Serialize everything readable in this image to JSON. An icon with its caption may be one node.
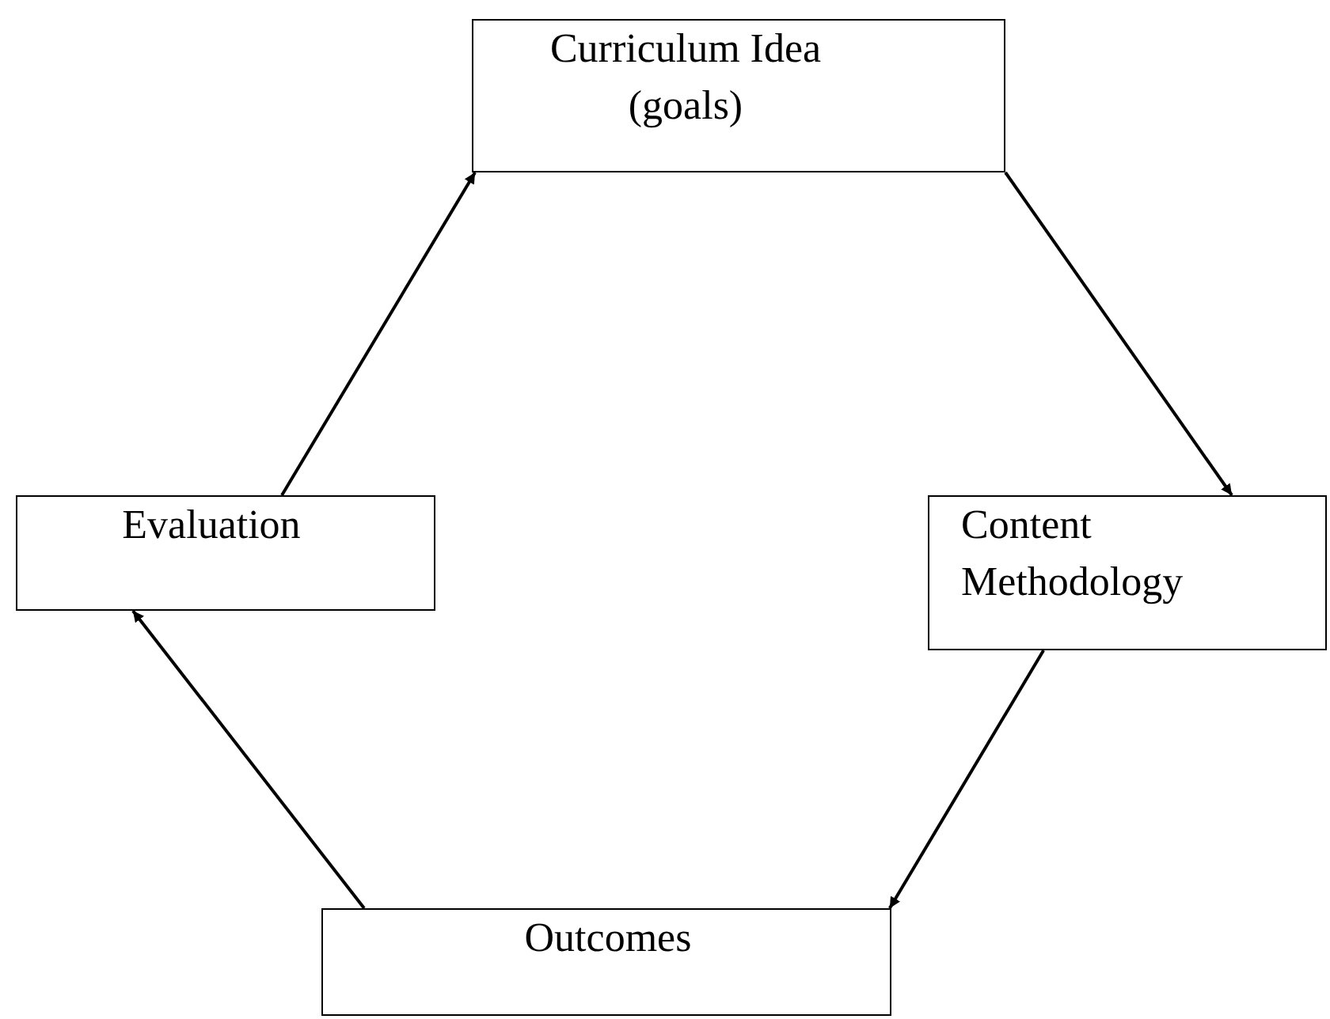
{
  "diagram": {
    "nodes": [
      {
        "text": [
          "Curriculum Idea (goals)"
        ]
      },
      {
        "text": [
          "Content Methodology"
        ]
      },
      {
        "text": [
          "Outcomes"
        ]
      },
      {
        "text": [
          "Evaluation"
        ]
      }
    ],
    "edges": [
      {
        "from": 0,
        "to": 1,
        "arrow": "to"
      },
      {
        "from": 1,
        "to": 2,
        "arrow": "to"
      },
      {
        "from": 2,
        "to": 3,
        "arrow": "to"
      },
      {
        "from": 3,
        "to": 0,
        "arrow": "to"
      }
    ]
  }
}
